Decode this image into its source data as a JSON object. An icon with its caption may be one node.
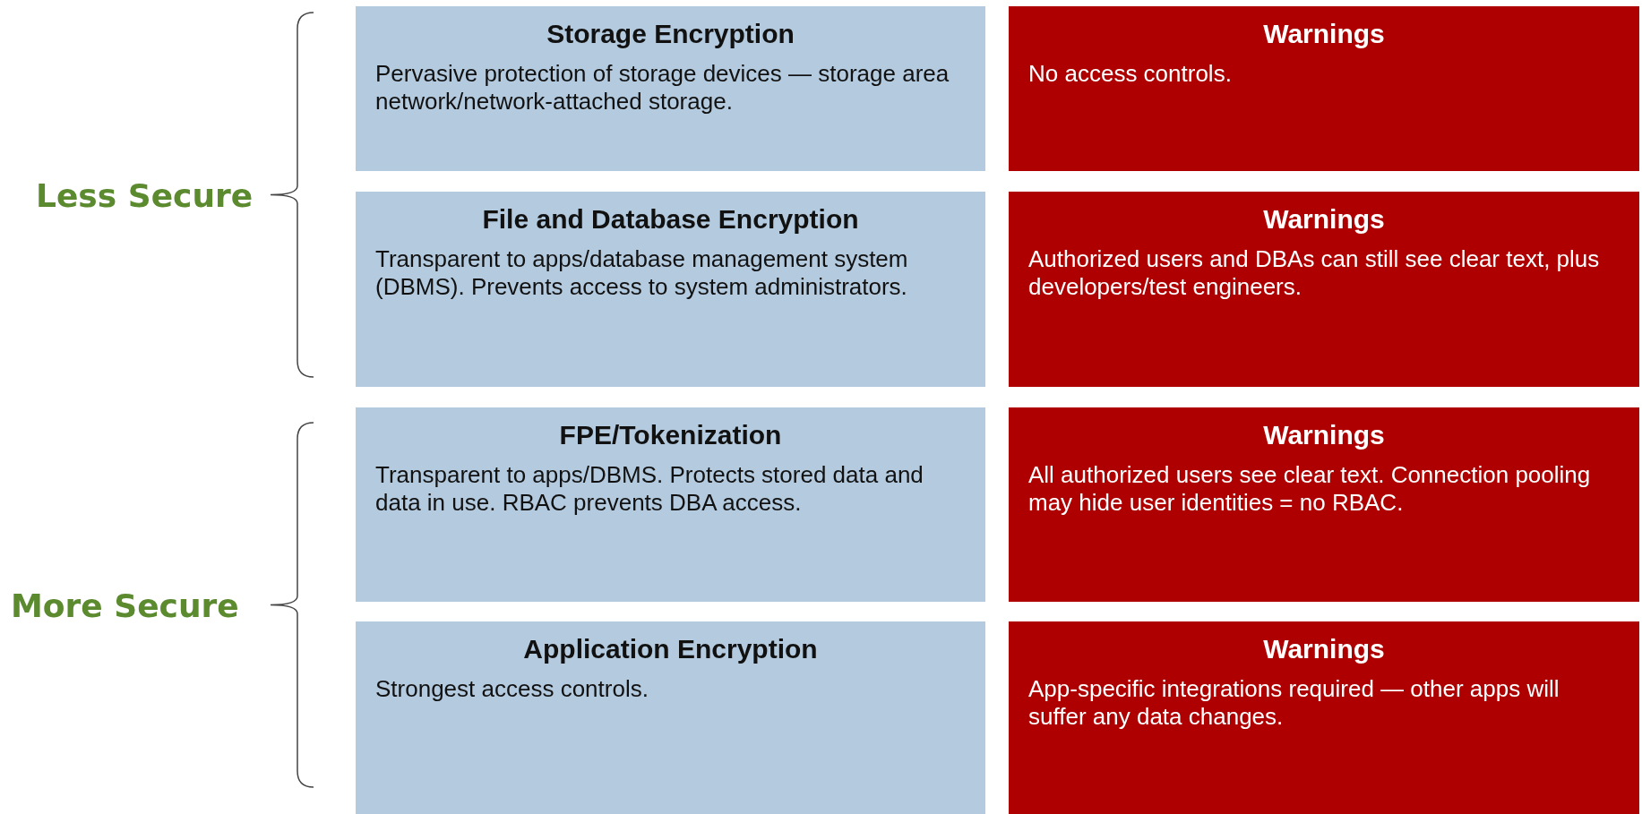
{
  "diagram": {
    "nodes": [
      {
        "text": [
          "Storage Encryption",
          "Pervasive protection of storage devices — storage area network/network-attached storage."
        ]
      },
      {
        "text": [
          "Warnings",
          "No access controls."
        ]
      },
      {
        "text": [
          "File and Database Encryption",
          "Transparent to apps/database management system (DBMS). Prevents access to system administrators."
        ]
      },
      {
        "text": [
          "Warnings",
          "Authorized users and DBAs can still see clear text, plus developers/test engineers."
        ]
      },
      {
        "text": [
          "FPE/Tokenization",
          "Transparent to apps/DBMS. Protects stored data and data in use. RBAC prevents DBA access."
        ]
      },
      {
        "text": [
          "Warnings",
          "All authorized users see clear text. Connection pooling may hide user identities = no RBAC."
        ]
      },
      {
        "text": [
          "Application Encryption",
          "Strongest access controls."
        ]
      },
      {
        "text": [
          "Warnings",
          "App-specific integrations required — other apps will suffer any data changes."
        ]
      }
    ],
    "labels": [
      "Less Secure",
      "More Secure"
    ]
  }
}
